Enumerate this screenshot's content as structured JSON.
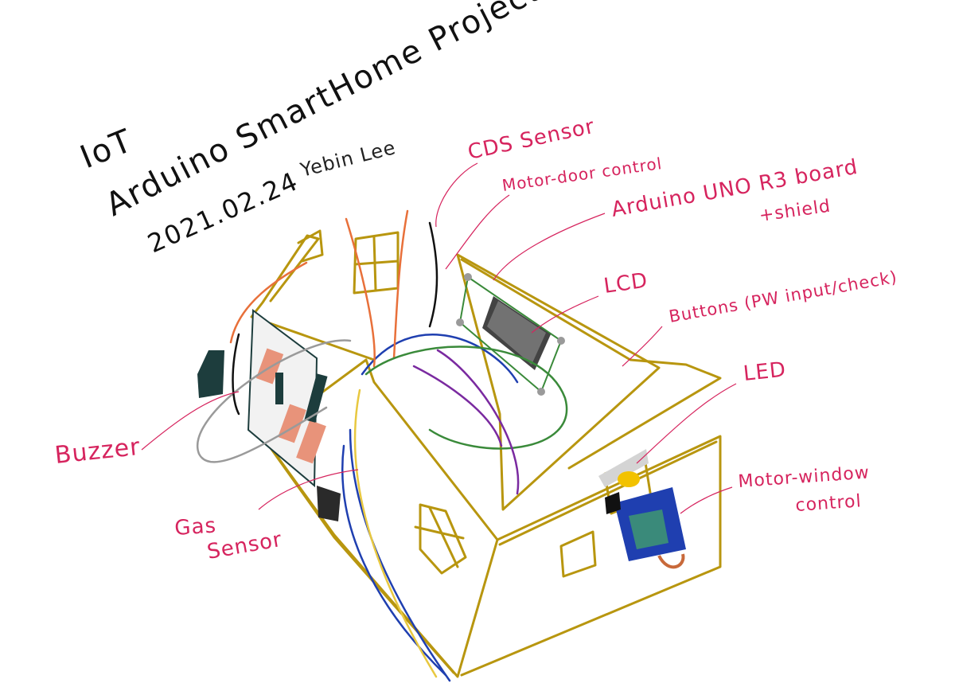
{
  "title": {
    "line1": "IoT",
    "line2": "Arduino SmartHome Project"
  },
  "author": "Yebin Lee",
  "date": "2021.02.24",
  "labels": {
    "cds_sensor": "CDS Sensor",
    "motor_door": "Motor-door control",
    "arduino_line1": "Arduino UNO R3 board",
    "arduino_line2": "+shield",
    "lcd": "LCD",
    "buttons": "Buttons (PW input/check)",
    "led": "LED",
    "motor_window_line1": "Motor-window",
    "motor_window_line2": "control",
    "buzzer": "Buzzer",
    "gas_line1": "Gas",
    "gas_line2": "Sensor"
  },
  "colors": {
    "label": "#d6245e",
    "title": "#111111",
    "frame": "#b8960f",
    "wire_blue": "#1f3fb0",
    "wire_orange": "#e8703a",
    "wire_green": "#3a8a3a",
    "wire_purple": "#7a2aa0",
    "wire_gray": "#9a9a9a",
    "component_dark": "#1d3d3d",
    "component_salmon": "#e8937a",
    "led_yellow": "#f2c200"
  }
}
